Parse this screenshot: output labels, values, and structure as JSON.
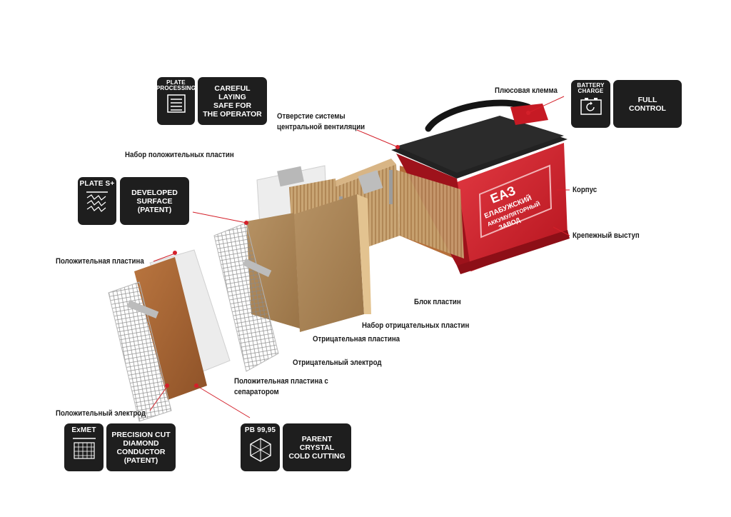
{
  "labels": {
    "plus_terminal": "Плюсовая клемма",
    "vent_line1": "Отверстие системы",
    "vent_line2": "центральной вентиляции",
    "positive_set": "Набор положительных пластин",
    "housing": "Корпус",
    "mount": "Крепежный выступ",
    "positive_plate": "Положительная пластина",
    "plate_block": "Блок пластин",
    "negative_set": "Набор отрицательных пластин",
    "negative_plate": "Отрицательная пластина",
    "negative_electrode": "Отрицательный электрод",
    "positive_sep_line1": "Положительная пластина с",
    "positive_sep_line2": "сепаратором",
    "positive_electrode": "Положительный электрод"
  },
  "badges": {
    "plate_processing": {
      "caption": "PLATE\nPROCESSING",
      "text": "CAREFUL LAYING\nSAFE FOR\nTHE OPERATOR"
    },
    "battery_charge": {
      "caption": "BATTERY\nCHARGE",
      "text": "FULL\nCONTROL"
    },
    "plate_s": {
      "caption": "PLATE S+",
      "text": "DEVELOPED\nSURFACE\n(PATENT)"
    },
    "exmet": {
      "caption": "ExMET",
      "text": "PRECISION CUT\nDIAMOND\nCONDUCTOR\n(PATENT)"
    },
    "pb": {
      "caption": "PB 99,95",
      "text": "PARENT CRYSTAL\nCOLD CUTTING"
    }
  },
  "battery": {
    "brand": "ЕАЗ",
    "name_line1": "ЕЛАБУЖСКИЙ",
    "name_line2": "АККУМУЛЯТОРНЫЙ",
    "name_line3": "ЗАВОД"
  },
  "colors": {
    "accent": "#d4202a",
    "badge": "#1e1e1e",
    "case_red": "#d6232d",
    "plate_brown": "#a8683a",
    "plate_tan": "#c9a574"
  }
}
